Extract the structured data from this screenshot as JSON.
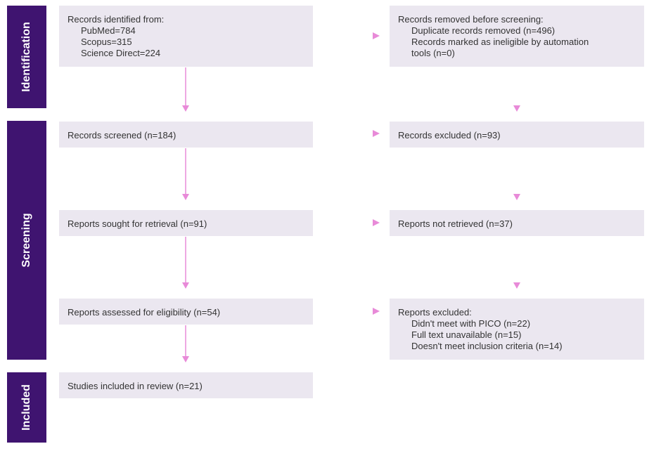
{
  "phases": {
    "identification": "Identification",
    "screening": "Screening",
    "included": "Included"
  },
  "boxes": {
    "identified": {
      "title": "Records identified from:",
      "items": [
        "PubMed=784",
        "Scopus=315",
        "Science Direct=224"
      ]
    },
    "removed": {
      "title": "Records removed before screening:",
      "items": [
        "Duplicate records removed (n=496)",
        "Records marked as ineligible by automation",
        "tools (n=0)"
      ]
    },
    "screened": "Records screened (n=184)",
    "excluded": "Records excluded (n=93)",
    "sought": "Reports sought for retrieval (n=91)",
    "not_retrieved": "Reports not retrieved (n=37)",
    "assessed": "Reports assessed for eligibility (n=54)",
    "reports_excluded": {
      "title": "Reports excluded:",
      "items": [
        "Didn't meet with PICO (n=22)",
        "Full text unavailable (n=15)",
        "Doesn't meet inclusion criteria (n=14)"
      ]
    },
    "included": "Studies included in review (n=21)"
  },
  "colors": {
    "phase_bg": "#3f1470",
    "box_bg": "#ebe7f0",
    "arrow_pink": "#e88ad8",
    "arrow_purple": "#8a4fd0"
  }
}
